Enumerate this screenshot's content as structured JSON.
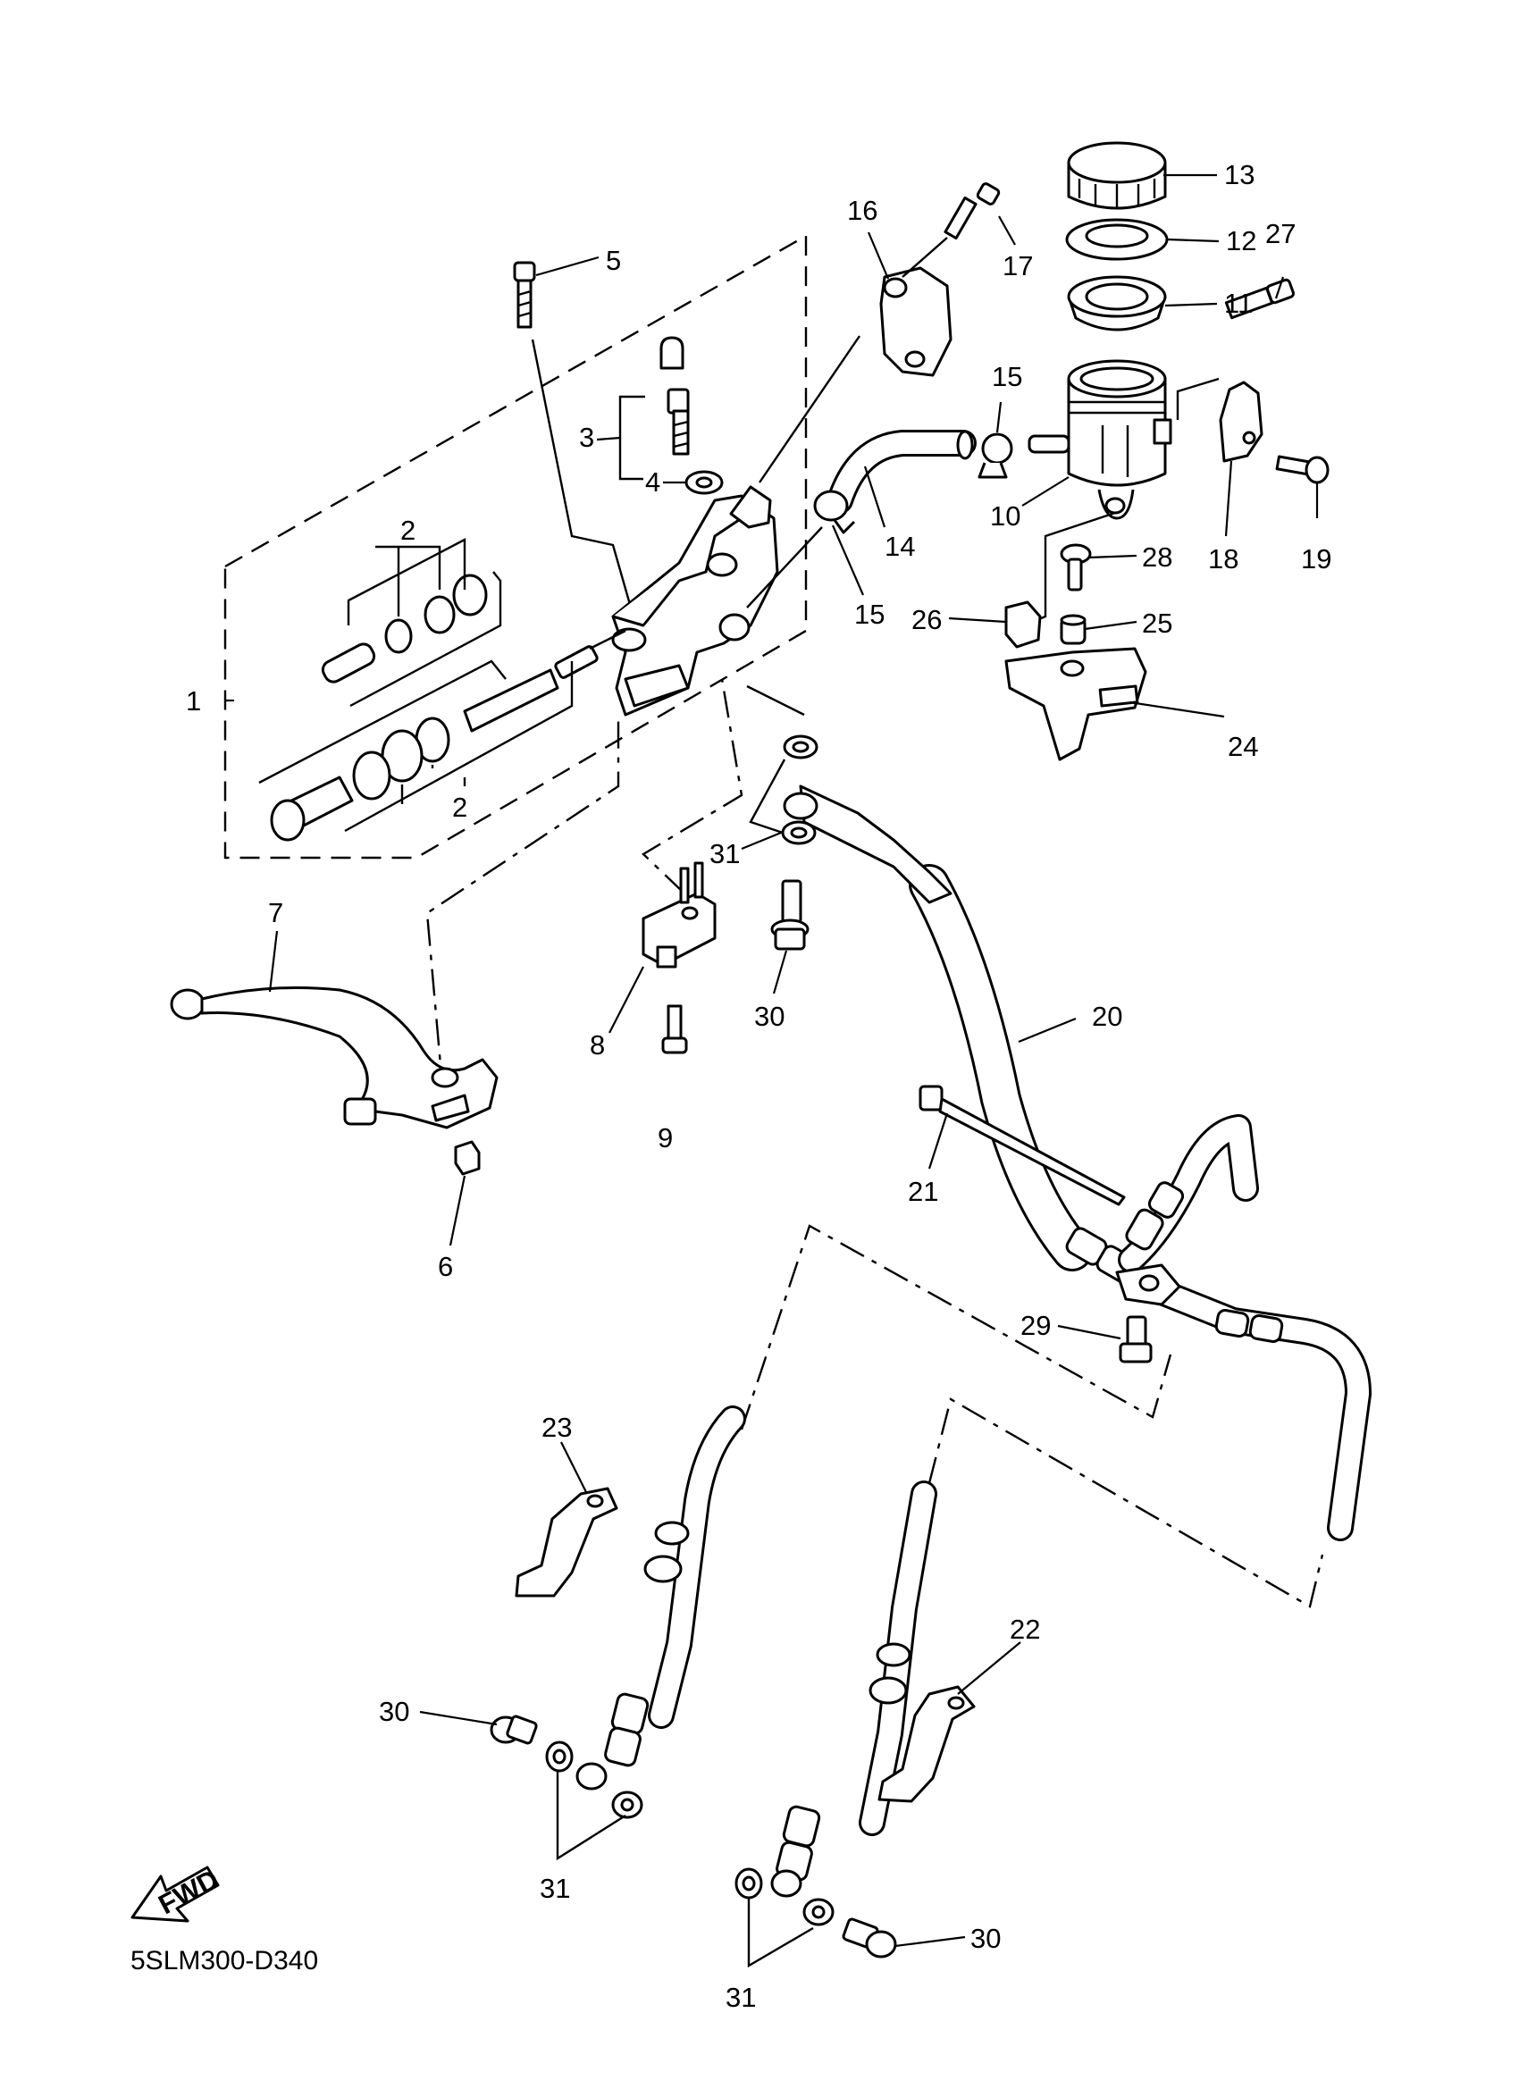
{
  "diagram": {
    "drawing_code": "5SLM300-D340",
    "fwd_badge": "FWD",
    "callouts": [
      {
        "id": "c1",
        "text": "1"
      },
      {
        "id": "c2a",
        "text": "2"
      },
      {
        "id": "c2b",
        "text": "2"
      },
      {
        "id": "c3",
        "text": "3"
      },
      {
        "id": "c4",
        "text": "4"
      },
      {
        "id": "c5",
        "text": "5"
      },
      {
        "id": "c6",
        "text": "6"
      },
      {
        "id": "c7",
        "text": "7"
      },
      {
        "id": "c8",
        "text": "8"
      },
      {
        "id": "c9",
        "text": "9"
      },
      {
        "id": "c10",
        "text": "10"
      },
      {
        "id": "c11",
        "text": "11"
      },
      {
        "id": "c12",
        "text": "12"
      },
      {
        "id": "c13",
        "text": "13"
      },
      {
        "id": "c14",
        "text": "14"
      },
      {
        "id": "c15a",
        "text": "15"
      },
      {
        "id": "c15b",
        "text": "15"
      },
      {
        "id": "c16",
        "text": "16"
      },
      {
        "id": "c17",
        "text": "17"
      },
      {
        "id": "c18",
        "text": "18"
      },
      {
        "id": "c19",
        "text": "19"
      },
      {
        "id": "c20",
        "text": "20"
      },
      {
        "id": "c21",
        "text": "21"
      },
      {
        "id": "c22",
        "text": "22"
      },
      {
        "id": "c23",
        "text": "23"
      },
      {
        "id": "c24",
        "text": "24"
      },
      {
        "id": "c25",
        "text": "25"
      },
      {
        "id": "c26",
        "text": "26"
      },
      {
        "id": "c27",
        "text": "27"
      },
      {
        "id": "c28",
        "text": "28"
      },
      {
        "id": "c29",
        "text": "29"
      },
      {
        "id": "c30a",
        "text": "30"
      },
      {
        "id": "c30b",
        "text": "30"
      },
      {
        "id": "c30c",
        "text": "30"
      },
      {
        "id": "c31a",
        "text": "31"
      },
      {
        "id": "c31b",
        "text": "31"
      },
      {
        "id": "c31c",
        "text": "31"
      }
    ]
  }
}
